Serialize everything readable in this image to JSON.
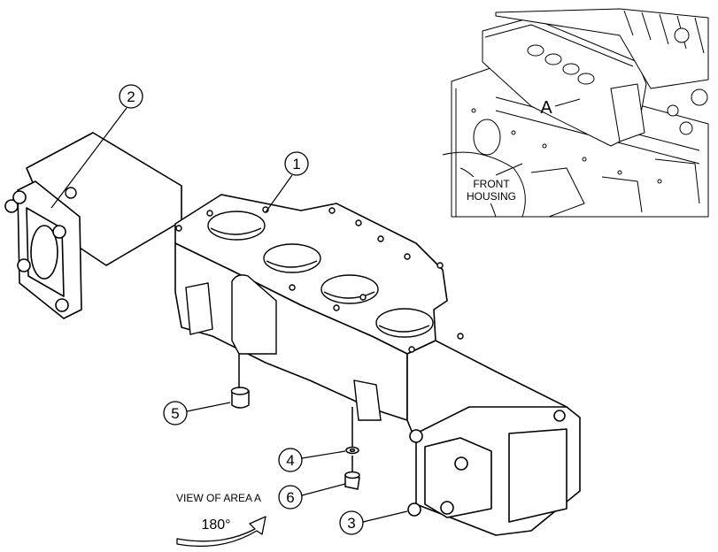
{
  "callouts": {
    "c1": "1",
    "c2": "2",
    "c3": "3",
    "c4": "4",
    "c5": "5",
    "c6": "6"
  },
  "inset": {
    "area_letter": "A",
    "front_housing_line1": "FRONT",
    "front_housing_line2": "HOUSING"
  },
  "view": {
    "label": "VIEW OF AREA A",
    "rotation": "180°"
  }
}
